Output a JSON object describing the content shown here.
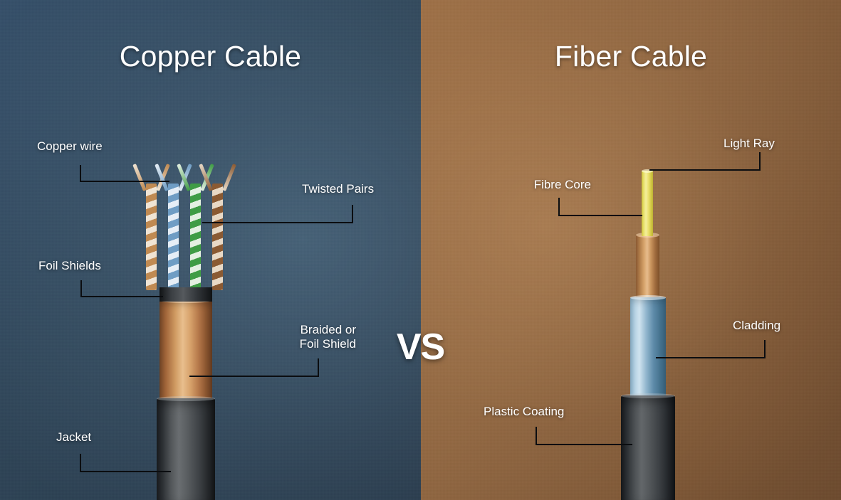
{
  "panels": {
    "copper": {
      "title": "Copper Cable",
      "background_color": "#2f4558",
      "labels": [
        {
          "id": "copper-wire",
          "text": "Copper wire"
        },
        {
          "id": "foil-shields",
          "text": "Foil Shields"
        },
        {
          "id": "jacket",
          "text": "Jacket"
        },
        {
          "id": "twisted-pairs",
          "text": "Twisted Pairs"
        },
        {
          "id": "braided-shield",
          "text": "Braided or\nFoil Shield"
        }
      ],
      "parts": [
        {
          "id": "twisted-pairs",
          "name": "Twisted Pairs",
          "color": "#b5793f"
        },
        {
          "id": "foil-shield",
          "name": "Foil Shields",
          "color": "#3a3e42"
        },
        {
          "id": "braided-shield",
          "name": "Braided or Foil Shield",
          "color": "#d09b62"
        },
        {
          "id": "jacket",
          "name": "Jacket",
          "color": "#55595c"
        }
      ],
      "pair_colors": [
        {
          "name": "orange-pair",
          "a": "#c08a52",
          "b": "#f0e4d4"
        },
        {
          "name": "blue-pair",
          "a": "#6f9dc4",
          "b": "#e6eef6"
        },
        {
          "name": "green-pair",
          "a": "#3f9c45",
          "b": "#e4f0e2"
        },
        {
          "name": "brown-pair",
          "a": "#8a5a33",
          "b": "#e8d9c6"
        }
      ]
    },
    "fiber": {
      "title": "Fiber Cable",
      "background_color": "#8e6540",
      "labels": [
        {
          "id": "fibre-core",
          "text": "Fibre Core"
        },
        {
          "id": "light-ray",
          "text": "Light Ray"
        },
        {
          "id": "cladding",
          "text": "Cladding"
        },
        {
          "id": "plastic-coating",
          "text": "Plastic Coating"
        }
      ],
      "parts": [
        {
          "id": "fibre-core",
          "name": "Fibre Core",
          "color": "#ece273"
        },
        {
          "id": "buffer",
          "name": "Buffer",
          "color": "#d6a36a"
        },
        {
          "id": "cladding",
          "name": "Cladding",
          "color": "#8fb4cc"
        },
        {
          "id": "plastic-coating",
          "name": "Plastic Coating",
          "color": "#4e5255"
        }
      ]
    }
  },
  "divider": {
    "vs_label": "VS"
  }
}
